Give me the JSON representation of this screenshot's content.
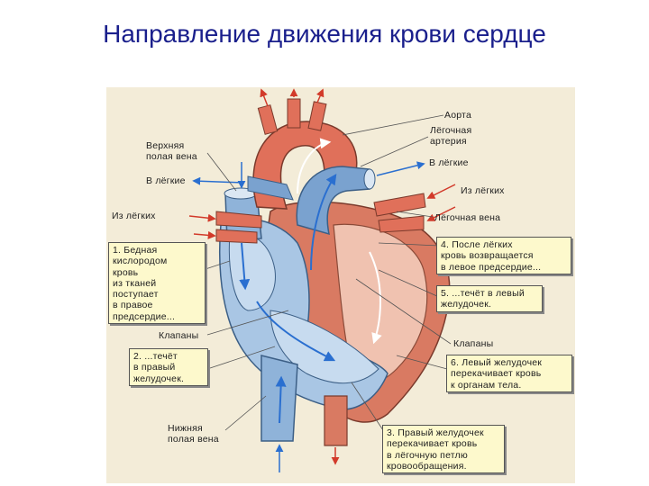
{
  "title": "Направление движения крови  сердце",
  "labels": {
    "aorta": "Аорта",
    "pulmonary_artery": "Лёгочная\nартерия",
    "to_lungs_right": "В лёгкие",
    "from_lungs_right": "Из лёгких",
    "pulmonary_vein": "Лёгочная вена",
    "superior_vena_cava": "Верхняя\nполая вена",
    "to_lungs_left": "В лёгкие",
    "from_lungs_left": "Из лёгких",
    "valves_left": "Клапаны",
    "valves_right": "Клапаны",
    "inferior_vena_cava": "Нижняя\nполая вена"
  },
  "steps": [
    "1. Бедная\nкислородом\nкровь\nиз тканей\nпоступает\nв правое\nпредсердие...",
    "2. ...течёт\nв правый\nжелудочек.",
    "3. Правый желудочек\nперекачивает кровь\nв лёгочную петлю\nкровообращения.",
    "4. После лёгких\nкровь возвращается\nв левое предсердие...",
    "5. ...течёт в левый\nжелудочек.",
    "6. Левый желудочек\nперекачивает кровь\nк органам тела."
  ],
  "colors": {
    "title": "#1a1f8c",
    "background_panel": "#f3ecd8",
    "oxygen_poor": "#8fb3d9",
    "oxygen_rich": "#e0705a",
    "step_box": "#fdf9cc"
  }
}
